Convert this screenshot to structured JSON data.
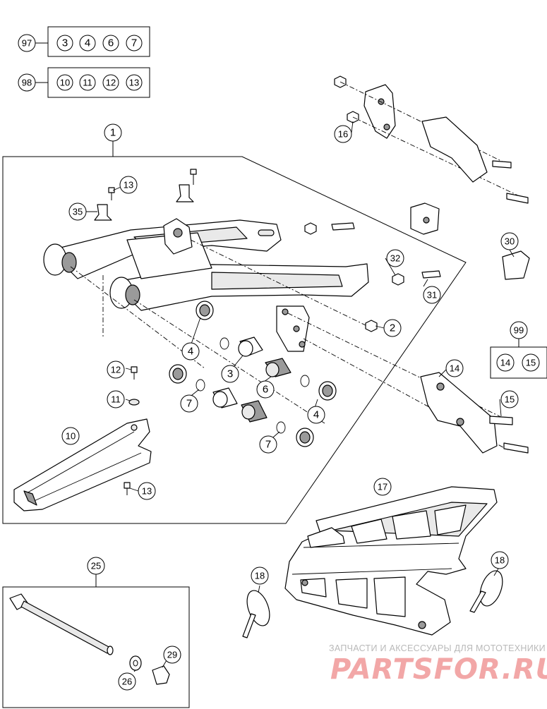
{
  "groups": [
    {
      "id": "97",
      "members": [
        "3",
        "4",
        "6",
        "7"
      ]
    },
    {
      "id": "98",
      "members": [
        "10",
        "11",
        "12",
        "13"
      ]
    },
    {
      "id": "99",
      "members": [
        "14",
        "15"
      ]
    }
  ],
  "callouts": {
    "c1": "1",
    "c2": "2",
    "c3a": "3",
    "c3b": "3",
    "c4a": "4",
    "c4b": "4",
    "c6": "6",
    "c7a": "7",
    "c7b": "7",
    "c10": "10",
    "c11": "11",
    "c12": "12",
    "c13a": "13",
    "c13b": "13",
    "c14": "14",
    "c15": "15",
    "c16": "16",
    "c17": "17",
    "c18a": "18",
    "c18b": "18",
    "c25": "25",
    "c26": "26",
    "c29": "29",
    "c30": "30",
    "c31": "31",
    "c32": "32",
    "c35": "35"
  },
  "watermark": {
    "top": "ЗАПЧАСТИ И АКСЕССУАРЫ ДЛЯ МОТОТЕХНИКИ",
    "brand": "PARTSFOR.RU"
  },
  "colors": {
    "line": "#000000",
    "watermark_text": "#b9b9b9",
    "watermark_brand": "#f2a7a7"
  }
}
